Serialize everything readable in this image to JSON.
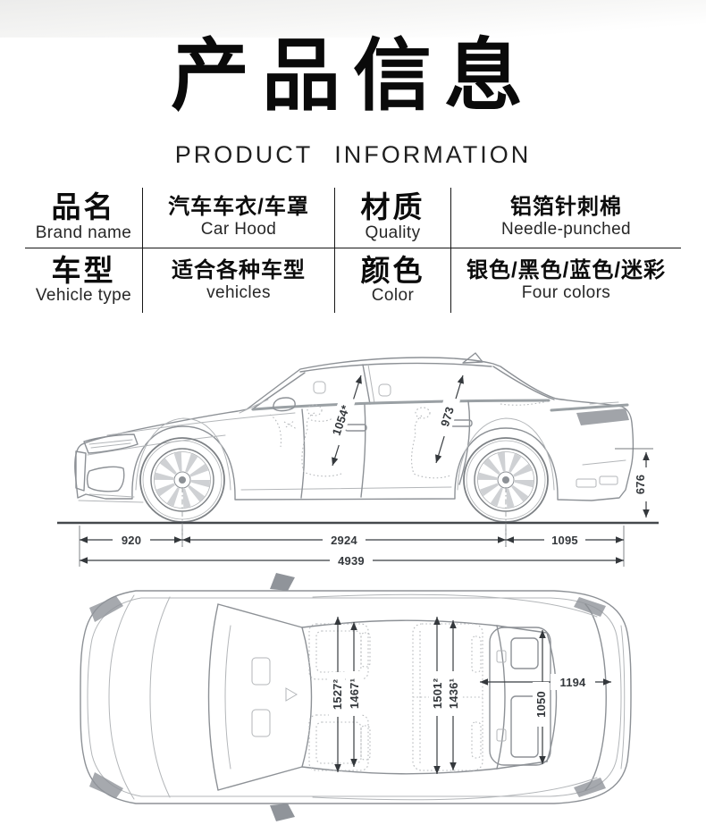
{
  "header": {
    "title_cn": "产品信息",
    "title_en": "PRODUCT INFORMATION"
  },
  "spec_table": {
    "rows": [
      {
        "cells": [
          {
            "cn": "品名",
            "en": "Brand name"
          },
          {
            "cn": "汽车车衣/车罩",
            "en": "Car Hood"
          },
          {
            "cn": "材质",
            "en": "Quality"
          },
          {
            "cn": "铝箔针刺棉",
            "en": "Needle-punched"
          }
        ]
      },
      {
        "cells": [
          {
            "cn": "车型",
            "en": "Vehicle type"
          },
          {
            "cn": "适合各种车型",
            "en": "vehicles"
          },
          {
            "cn": "颜色",
            "en": "Color"
          },
          {
            "cn": "银色/黑色/蓝色/迷彩",
            "en": "Four colors"
          }
        ]
      }
    ]
  },
  "diagram": {
    "side_view": {
      "cabin_height_front": "1054*",
      "cabin_height_rear": "973",
      "rear_height": "676",
      "front_overhang": "920",
      "wheelbase": "2924",
      "rear_overhang": "1095",
      "overall_length": "4939"
    },
    "top_view": {
      "width_front_1": "1527²",
      "width_front_2": "1467¹",
      "width_rear_1": "1501²",
      "width_rear_2": "1436¹",
      "boot_width": "1194",
      "boot_length": "1050"
    }
  },
  "colors": {
    "text_black": "#0a0a0a",
    "line_gray": "#8d9196",
    "dimension_dark": "#34383c",
    "table_border": "#161616"
  }
}
